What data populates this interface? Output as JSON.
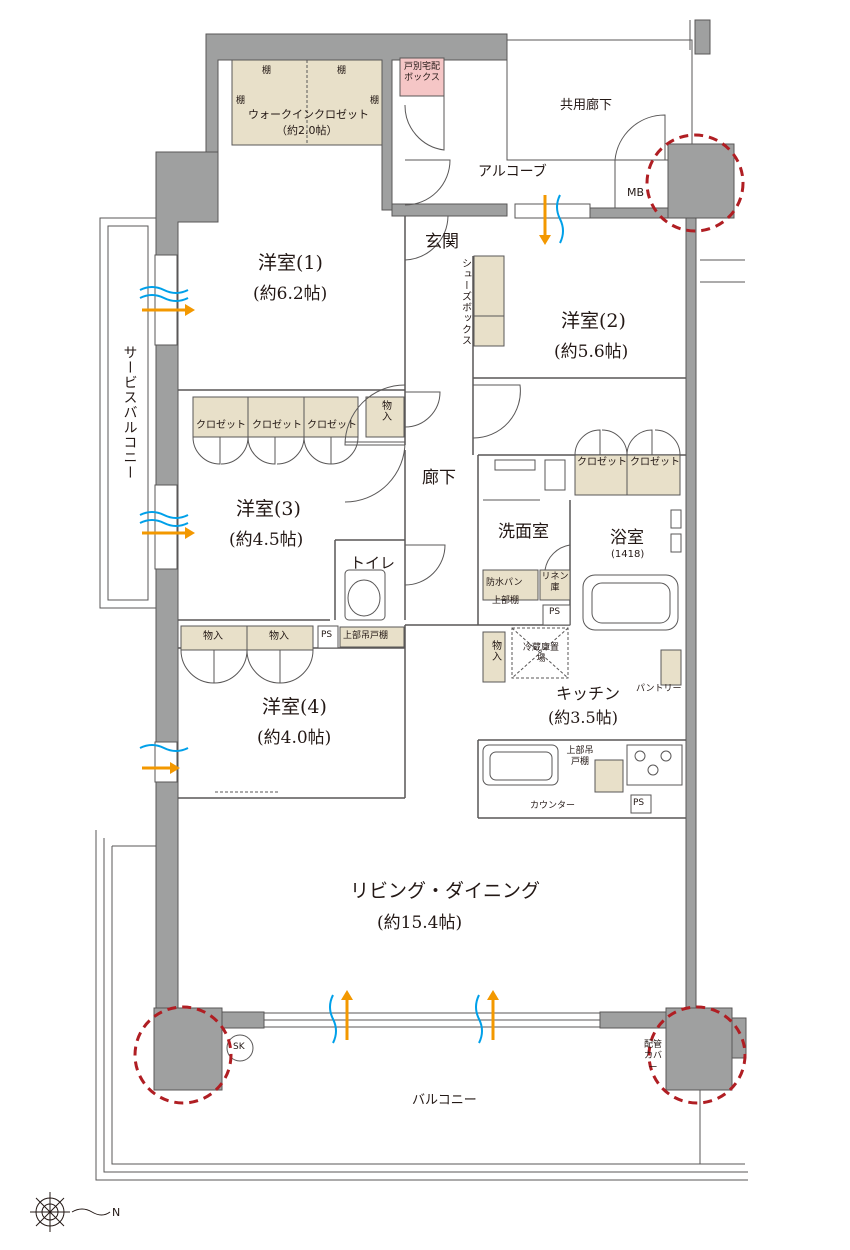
{
  "rooms": {
    "walkin": {
      "name": "ウォークインクロゼット",
      "area": "（約2.0帖）"
    },
    "western1": {
      "name": "洋室(1)",
      "area": "(約6.2帖)"
    },
    "western2": {
      "name": "洋室(2)",
      "area": "(約5.6帖)"
    },
    "western3": {
      "name": "洋室(3)",
      "area": "(約4.5帖)"
    },
    "western4": {
      "name": "洋室(4)",
      "area": "(約4.0帖)"
    },
    "living": {
      "name": "リビング・ダイニング",
      "area": "(約15.4帖)"
    },
    "kitchen": {
      "name": "キッチン",
      "area": "(約3.5帖)"
    },
    "bath": {
      "name": "浴室",
      "size": "(1418)"
    },
    "washroom": {
      "name": "洗面室"
    },
    "toilet": {
      "name": "トイレ"
    },
    "entrance": {
      "name": "玄関"
    },
    "hallway": {
      "name": "廊下"
    }
  },
  "labels": {
    "common_corridor": "共用廊下",
    "alcove": "アルコーブ",
    "delivery_box": "戸別宅配ボックス",
    "mb": "MB",
    "shoe_box": "シューズボックス",
    "closet": "クロゼット",
    "storage": "物入",
    "shelf": "棚",
    "ps": "PS",
    "upper_cabinet": "上部吊戸棚",
    "waterproof_pan": "防水パン",
    "upper_shelf": "上部棚",
    "linen": "リネン庫",
    "fridge": "冷蔵庫置場",
    "pantry": "パントリー",
    "kitchen_upper": "上部吊戸棚",
    "counter": "カウンター",
    "service_balcony": "サービスバルコニー",
    "balcony": "バルコニー",
    "sk": "SK",
    "pipe_cover": "配管カバー",
    "north": "N"
  },
  "colors": {
    "wall": "#9fa0a0",
    "wall_edge": "#595757",
    "storage_fill": "#e8e0c9",
    "door_box": "#f5c6c6",
    "arrow": "#f39800",
    "wind": "#00a0e9",
    "circle": "#b01e23"
  }
}
